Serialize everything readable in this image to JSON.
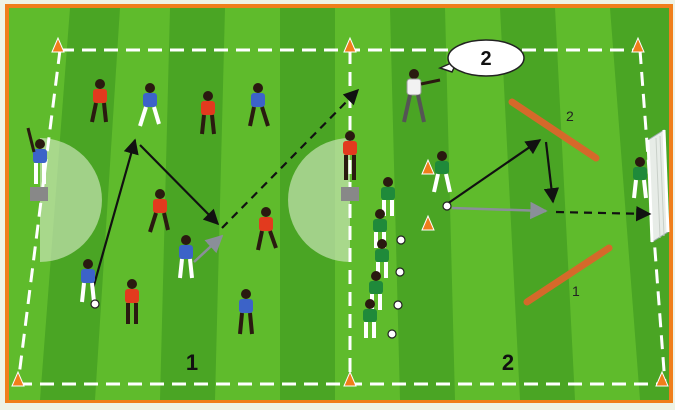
{
  "diagram": {
    "zones": [
      {
        "id": "zone-1",
        "label": "1"
      },
      {
        "id": "zone-2",
        "label": "2"
      }
    ],
    "speech_bubble": "2",
    "mannequins": [
      {
        "id": "mannequin-top",
        "label": "2"
      },
      {
        "id": "mannequin-bottom",
        "label": "1"
      }
    ]
  },
  "colors": {
    "border": "#f07e1b",
    "grass_light": "#5fbb2c",
    "grass_dark": "#4aa524",
    "line_white": "#ffffff",
    "team_red": "#e23a1e",
    "team_blue": "#3c63c8",
    "team_green": "#1f8a3a",
    "cone": "#f07e1b",
    "mannequin": "#d5692a"
  }
}
